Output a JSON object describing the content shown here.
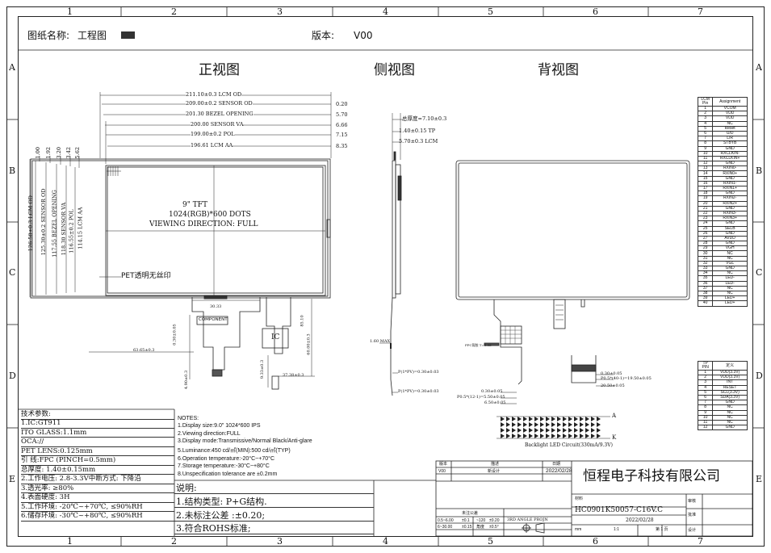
{
  "header": {
    "drawing_name_label": "图纸名称:",
    "drawing_name_value": "工程图",
    "version_label": "版本:",
    "version_value": "V00"
  },
  "grid": {
    "columns": [
      "1",
      "2",
      "3",
      "4",
      "5",
      "6",
      "7"
    ],
    "rows": [
      "A",
      "B",
      "C",
      "D",
      "E"
    ]
  },
  "views": {
    "front": "正视图",
    "side": "侧视图",
    "back": "背视图"
  },
  "front_dims": {
    "d1": "211.10±0.3 LCM OD",
    "d2": "209.00±0.2 SENSOR OD",
    "d3": "201.30 BEZEL OPENING",
    "d4": "200.00 SENSOR VA",
    "d5": "199.00±0.2 POL",
    "d6": "196.61 LCM AA",
    "r1": "0.20",
    "r2": "5.70",
    "r3": "6.66",
    "r4": "7.15",
    "r5": "8.35",
    "v1": "126.50±0.3 LCM OD",
    "v2": "125.30±0.2 SENSOR OD",
    "v3": "117.55 BEZEL OPENING",
    "v4": "118.30 SENSOR VA",
    "v5": "116.55±0.2 POL",
    "v6": "114.15 LCM AA",
    "t1": "1.00",
    "t2": "1.92",
    "t3": "3.20",
    "t4": "3.42",
    "t5": "5.62",
    "b1": "63.65±0.3",
    "b2": "0.30±0.05",
    "b3": "4.90±0.3",
    "b4": "9.33±0.3",
    "b5": "37.38±0.3",
    "b6": "60.00±0.3",
    "b7": "30.33",
    "b8": "85.10"
  },
  "panel": {
    "line1": "9\" TFT",
    "line2": "1024(RGB)*600 DOTS",
    "line3": "VIEWING DIRECTION: FULL",
    "pet_label": "PET透明无丝印",
    "component_label": "COMPONENT",
    "ic_label": "IC"
  },
  "side_dims": {
    "s1": "总厚度=7.10±0.3",
    "s2": "1.40±0.15 TP",
    "s3": "5.70±0.3 LCM",
    "s4": "1.60 MAX",
    "s5": "P(1*PV)=0.30±0.03",
    "s6": "P(1*PV)=0.30±0.03"
  },
  "back_dims": {
    "k1": "0.30±0.05",
    "k2": "P0.5*(40-1)=19.50±0.05",
    "k3": "20.50±0.05",
    "k4": "0.30±0.05",
    "k5": "P0.5*(12-1)=5.50±0.05",
    "k6": "6.50±0.05",
    "k7": "FPC背胶 T=0.05",
    "led_caption": "Backlight LED Circuit(330mA/9.3V)",
    "led_a": "A",
    "led_k": "K"
  },
  "lcm_pins": {
    "headers": [
      "LCM Pin",
      "Assignment"
    ],
    "rows": [
      [
        "1",
        "VCOM"
      ],
      [
        "2",
        "VDD"
      ],
      [
        "3",
        "VDD"
      ],
      [
        "4",
        "NC"
      ],
      [
        "5",
        "Reset"
      ],
      [
        "6",
        "U/D"
      ],
      [
        "7",
        "L/R"
      ],
      [
        "8",
        "STBYB"
      ],
      [
        "9",
        "GND"
      ],
      [
        "10",
        "RXCLKIN-"
      ],
      [
        "11",
        "RXCLKIN+"
      ],
      [
        "12",
        "GND"
      ],
      [
        "13",
        "RXIN0-"
      ],
      [
        "14",
        "RXIN0+"
      ],
      [
        "15",
        "GND"
      ],
      [
        "16",
        "RXIN1-"
      ],
      [
        "17",
        "RXIN1+"
      ],
      [
        "18",
        "GND"
      ],
      [
        "19",
        "RXIN2-"
      ],
      [
        "20",
        "RXIN2+"
      ],
      [
        "21",
        "GND"
      ],
      [
        "22",
        "RXIN3-"
      ],
      [
        "23",
        "RXIN3+"
      ],
      [
        "24",
        "GND"
      ],
      [
        "25",
        "SELB"
      ],
      [
        "26",
        "GND"
      ],
      [
        "27",
        "AVDD"
      ],
      [
        "28",
        "GND"
      ],
      [
        "29",
        "VGH"
      ],
      [
        "30",
        "NC"
      ],
      [
        "31",
        "NC"
      ],
      [
        "32",
        "VGL"
      ],
      [
        "33",
        "GND"
      ],
      [
        "34",
        "NC"
      ],
      [
        "35",
        "LED-"
      ],
      [
        "36",
        "LED-"
      ],
      [
        "37",
        "NC"
      ],
      [
        "38",
        "NC"
      ],
      [
        "39",
        "LED+"
      ],
      [
        "40",
        "LED+"
      ]
    ]
  },
  "tp_pins": {
    "headers": [
      "TP PIN",
      "定义"
    ],
    "rows": [
      [
        "1",
        "VDD(3.3V)"
      ],
      [
        "2",
        "VDD(3.3V)"
      ],
      [
        "3",
        "INT"
      ],
      [
        "4",
        "RESET"
      ],
      [
        "5",
        "SCL(3.3V)"
      ],
      [
        "6",
        "SDA(3.3V)"
      ],
      [
        "7",
        "GND"
      ],
      [
        "8",
        "NC"
      ],
      [
        "9",
        "NC"
      ],
      [
        "10",
        "NC"
      ],
      [
        "11",
        "NC"
      ],
      [
        "12",
        "GND"
      ]
    ]
  },
  "tech_params": {
    "title": "技术参数:",
    "rows": [
      "1.IC:GT911",
      "ITO GLASS:1.1mm",
      "OCA://",
      "PET LENS:0.125mm",
      "引 线:FPC (PINCH=0.5mm)",
      "总厚度: 1.40±0.15mm",
      "2.工作电压: 2.8-3.3V中断方式: 下降沿",
      "3.透光率: ≥80%",
      "4.表面硬度: 3H",
      "5.工作环境: -20℃~+70℃, ≤90%RH",
      "6.储存环境: -30℃~+80℃, ≤90%RH"
    ]
  },
  "notes": {
    "title": "NOTES:",
    "rows": [
      "1.Display size:9.0\" 1024*600 IPS",
      "2.Viewing direction:FULL",
      "3.Display mode:Transmissive/Normal Black/Anti-glare",
      "5.Luminance:450 cd/㎡(MIN):500 cd/㎡(TYP)",
      "6.Operation temperature:-20°C~+70°C",
      "7.Storage temperature:-30°C~+80°C",
      "8.Unspecification tolerance are ±0.2mm"
    ]
  },
  "explain": {
    "title": "说明:",
    "rows": [
      "1.结构类型: P+G结构.",
      "2.未标注公差 :±0.20;",
      "3.符合ROHS标准;"
    ]
  },
  "title_block": {
    "company": "恒程电子科技有限公司",
    "part_no": "HC0901K50057-C16V.C",
    "date": "2022/02/28",
    "rev_date": "2022/02/28",
    "projection": "3RD ANGLE PROJN",
    "col1": "版本",
    "col2": "描述",
    "col3": "日期",
    "v00": "V00",
    "desc": "新设计",
    "c1": "审核",
    "c2": "批准",
    "c3": "设计",
    "c4": "材料",
    "tol_head": "未注公差",
    "tol1": "0.5~6.00",
    "tol2": "±0.1",
    "tol3": "~120",
    "tol4": "±0.20",
    "tol5": "6~30.00",
    "tol6": "±0.15",
    "tol7": "角度",
    "tol8": "±0.5°",
    "unit": "mm",
    "scale": "1:1",
    "sheet": "第 1 页"
  }
}
